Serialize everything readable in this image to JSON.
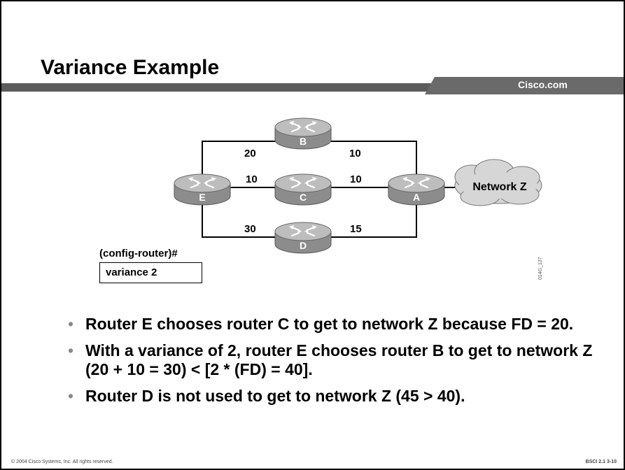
{
  "slide": {
    "title": "Variance Example",
    "brand": "Cisco.com",
    "footer_left": "© 2004 Cisco Systems, Inc. All rights reserved.",
    "footer_right": "BSCI 2.1   3-10"
  },
  "diagram": {
    "routers": [
      "B",
      "E",
      "C",
      "A",
      "D"
    ],
    "link_metrics": {
      "E_B": "20",
      "B_A": "10",
      "E_C": "10",
      "C_A": "10",
      "E_D": "30",
      "D_A": "15"
    },
    "network_label": "Network Z",
    "figure_code": "014G_137",
    "colors": {
      "router_body": "#8c8c8c",
      "router_top": "#bdbdbd",
      "cloud": "#d6d6d6"
    }
  },
  "config": {
    "prompt": "(config-router)#",
    "command": "variance 2"
  },
  "bullets": [
    "Router E chooses router C to get to network Z because FD = 20.",
    "With a variance of 2, router E chooses router B to get to network Z (20 + 10 = 30) < [2 * (FD) = 40].",
    "Router D is not used to get to network Z (45 > 40)."
  ]
}
